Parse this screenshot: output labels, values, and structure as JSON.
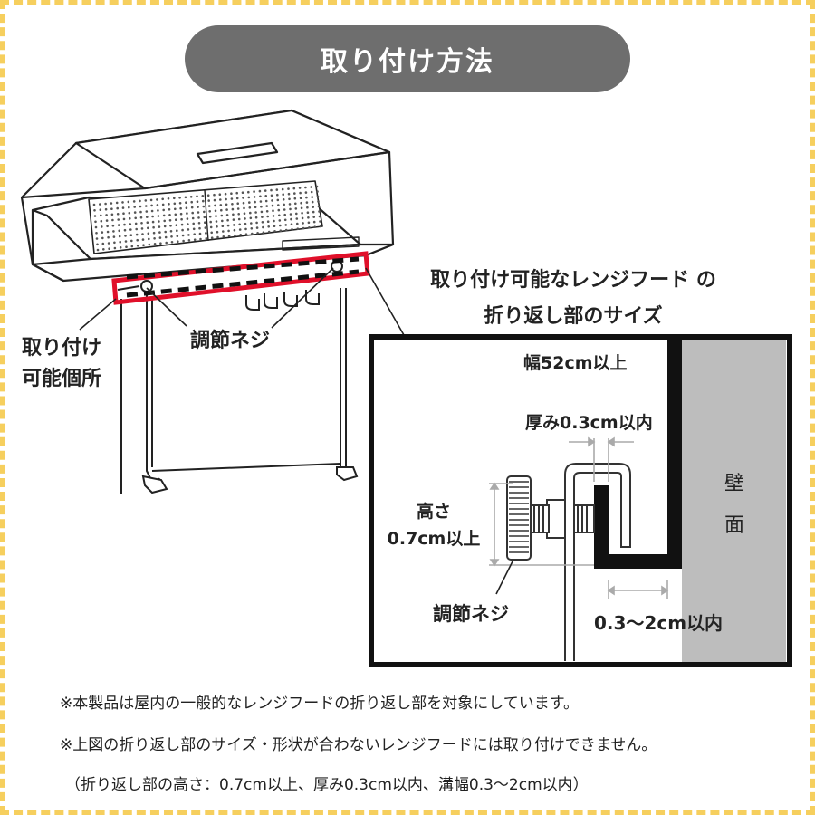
{
  "title": "取り付け方法",
  "hood_labels": {
    "mount_area_line1": "取り付け",
    "mount_area_line2": "可能個所",
    "adjust_screw": "調節ネジ"
  },
  "detail": {
    "heading_line1": "取り付け可能なレンジフード の",
    "heading_line2": "折り返し部のサイズ",
    "width": "幅52cm以上",
    "thickness": "厚み0.3cm以内",
    "height_line1": "高さ",
    "height_line2": "0.7cm以上",
    "wall_line1": "壁",
    "wall_line2": "面",
    "screw": "調節ネジ",
    "gap": "0.3〜2cm以内"
  },
  "notes": [
    "※本製品は屋内の一般的なレンジフードの折り返し部を対象にしています。",
    "※上図の折り返し部のサイズ・形状が合わないレンジフードには取り付けできません。",
    "（折り返し部の高さ：0.7cm以上、厚み0.3cm以内、溝幅0.3〜2cm以内）"
  ],
  "colors": {
    "pill": "#6e6e6e",
    "highlight": "#e0102a",
    "border": "#f6cf5e",
    "wall": "#bdbdbd"
  }
}
